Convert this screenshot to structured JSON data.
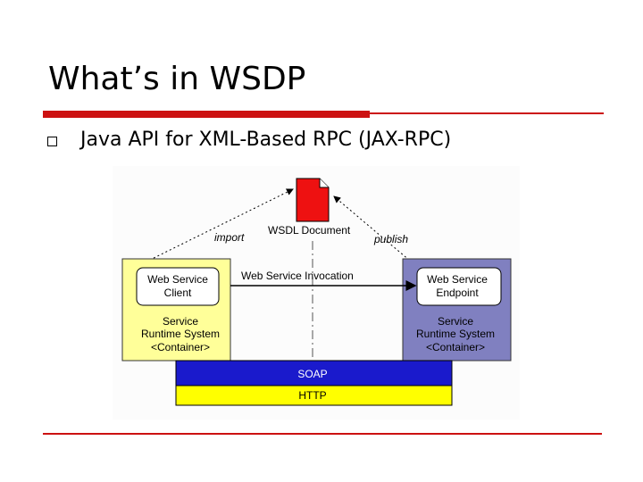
{
  "slide": {
    "title": "What’s in WSDP",
    "bullet": "Java API for XML-Based RPC (JAX-RPC)"
  },
  "diagram": {
    "wsdl_label": "WSDL Document",
    "import_label": "import",
    "publish_label": "publish",
    "invocation_label": "Web Service Invocation",
    "client": {
      "box_line1": "Web Service",
      "box_line2": "Client",
      "runtime_line1": "Service",
      "runtime_line2": "Runtime System",
      "runtime_line3": "<Container>"
    },
    "endpoint": {
      "box_line1": "Web Service",
      "box_line2": "Endpoint",
      "runtime_line1": "Service",
      "runtime_line2": "Runtime System",
      "runtime_line3": "<Container>"
    },
    "soap_label": "SOAP",
    "http_label": "HTTP",
    "colors": {
      "client_bg": "#ffff99",
      "endpoint_bg": "#8080c0",
      "soap_bg": "#1a1acc",
      "http_bg": "#ffff00",
      "document_red": "#ee1111",
      "accent_red": "#cc1111"
    }
  }
}
